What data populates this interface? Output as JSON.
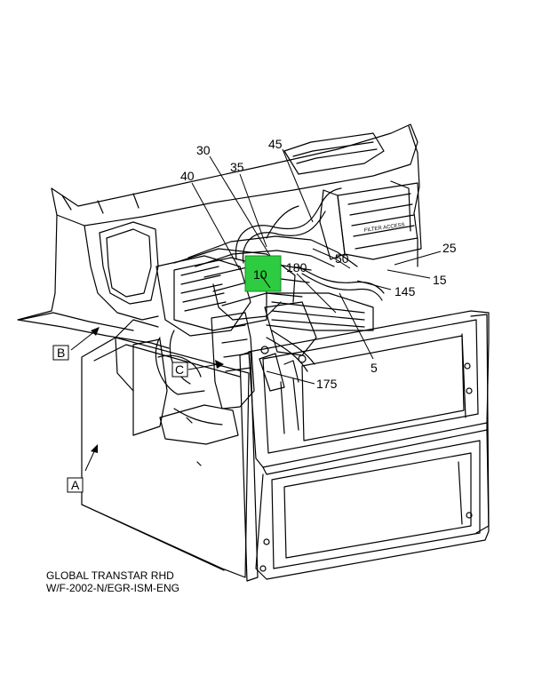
{
  "callouts": {
    "c30": "30",
    "c45": "45",
    "c35": "35",
    "c40": "40",
    "c25": "25",
    "c50": "50",
    "c180": "180",
    "c10": "10",
    "c15": "15",
    "c145": "145",
    "c5": "5",
    "c175": "175"
  },
  "views": {
    "a": "A",
    "b": "B",
    "c": "C"
  },
  "panel_text": "FILTER ACCESS",
  "caption": {
    "line1": "GLOBAL TRANSTAR RHD",
    "line2": "W/F-2002-N/EGR-ISM-ENG"
  },
  "colors": {
    "line": "#000000",
    "highlight": "#2ecc40"
  }
}
